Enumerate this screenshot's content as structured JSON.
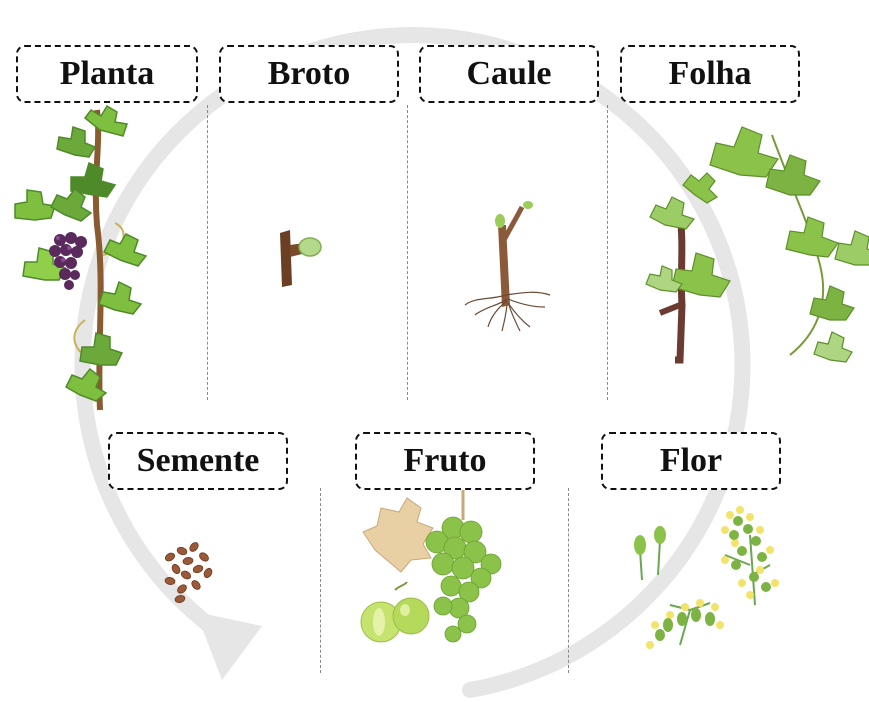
{
  "labels": {
    "plant": "Planta",
    "bud": "Broto",
    "stem": "Caule",
    "leaf": "Folha",
    "seed": "Semente",
    "fruit": "Fruto",
    "flower": "Flor"
  },
  "colors": {
    "cycle_arrow": "#e6e6e6",
    "divider": "#8a8a8a",
    "leaf_green": "#7fbf3f",
    "leaf_dark": "#4f8a2a",
    "grape_purple": "#5a2a5c",
    "stem_brown": "#7a4a2a",
    "grape_green": "#9bcf5a",
    "flower_yellow": "#f2e46a"
  }
}
